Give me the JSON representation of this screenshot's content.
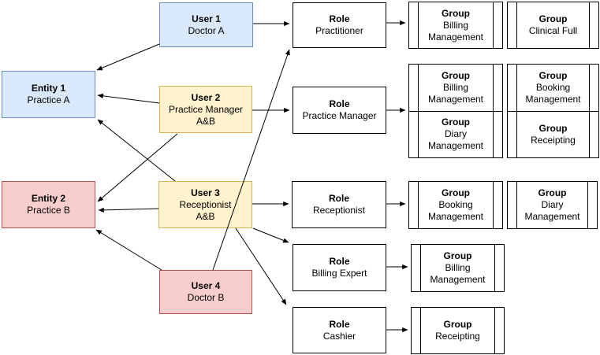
{
  "colors": {
    "blue_fill": "#dae8fc",
    "blue_stroke": "#6c8ebf",
    "yellow_fill": "#fff2cc",
    "yellow_stroke": "#d6b656",
    "red_fill": "#f8cecc",
    "red_stroke": "#b85450",
    "plain_fill": "#ffffff",
    "line_color": "#000000"
  },
  "diagram": {
    "entities": [
      {
        "id": "entity-1",
        "title": "Entity 1",
        "subtitle": "Practice A"
      },
      {
        "id": "entity-2",
        "title": "Entity 2",
        "subtitle": "Practice B"
      }
    ],
    "users": [
      {
        "id": "user-1",
        "title": "User 1",
        "subtitle": "Doctor A"
      },
      {
        "id": "user-2",
        "title": "User 2",
        "subtitle": "Practice Manager\nA&B"
      },
      {
        "id": "user-3",
        "title": "User 3",
        "subtitle": "Receptionist\nA&B"
      },
      {
        "id": "user-4",
        "title": "User 4",
        "subtitle": "Doctor B"
      }
    ],
    "roles": [
      {
        "id": "role-practitioner",
        "label": "Role",
        "name": "Practitioner"
      },
      {
        "id": "role-practice-manager",
        "label": "Role",
        "name": "Practice Manager"
      },
      {
        "id": "role-receptionist",
        "label": "Role",
        "name": "Receptionist"
      },
      {
        "id": "role-billing-expert",
        "label": "Role",
        "name": "Billing Expert"
      },
      {
        "id": "role-cashier",
        "label": "Role",
        "name": "Cashier"
      }
    ],
    "groups": [
      {
        "id": "group-0",
        "label": "Group",
        "name": "Billing Management"
      },
      {
        "id": "group-1",
        "label": "Group",
        "name": "Clinical Full"
      },
      {
        "id": "group-2",
        "label": "Group",
        "name": "Billing Management"
      },
      {
        "id": "group-3",
        "label": "Group",
        "name": "Diary Management"
      },
      {
        "id": "group-4",
        "label": "Group",
        "name": "Booking Management"
      },
      {
        "id": "group-5",
        "label": "Group",
        "name": "Receipting"
      },
      {
        "id": "group-6",
        "label": "Group",
        "name": "Booking Management"
      },
      {
        "id": "group-7",
        "label": "Group",
        "name": "Diary Management"
      },
      {
        "id": "group-8",
        "label": "Group",
        "name": "Billing Management"
      },
      {
        "id": "group-9",
        "label": "Group",
        "name": "Receipting"
      }
    ],
    "edges": [
      {
        "from": "user-1",
        "to": "entity-1"
      },
      {
        "from": "user-2",
        "to": "entity-1"
      },
      {
        "from": "user-3",
        "to": "entity-1"
      },
      {
        "from": "user-2",
        "to": "entity-2"
      },
      {
        "from": "user-3",
        "to": "entity-2"
      },
      {
        "from": "user-4",
        "to": "entity-2"
      },
      {
        "from": "user-1",
        "to": "role-practitioner"
      },
      {
        "from": "user-4",
        "to": "role-practitioner"
      },
      {
        "from": "user-2",
        "to": "role-practice-manager"
      },
      {
        "from": "user-3",
        "to": "role-receptionist"
      },
      {
        "from": "user-3",
        "to": "role-billing-expert"
      },
      {
        "from": "user-3",
        "to": "role-cashier"
      },
      {
        "from": "role-practitioner",
        "to": "group-0"
      },
      {
        "from": "role-practice-manager",
        "to": "group-2"
      },
      {
        "from": "role-receptionist",
        "to": "group-6"
      },
      {
        "from": "role-billing-expert",
        "to": "group-8"
      },
      {
        "from": "role-cashier",
        "to": "group-9"
      }
    ]
  }
}
